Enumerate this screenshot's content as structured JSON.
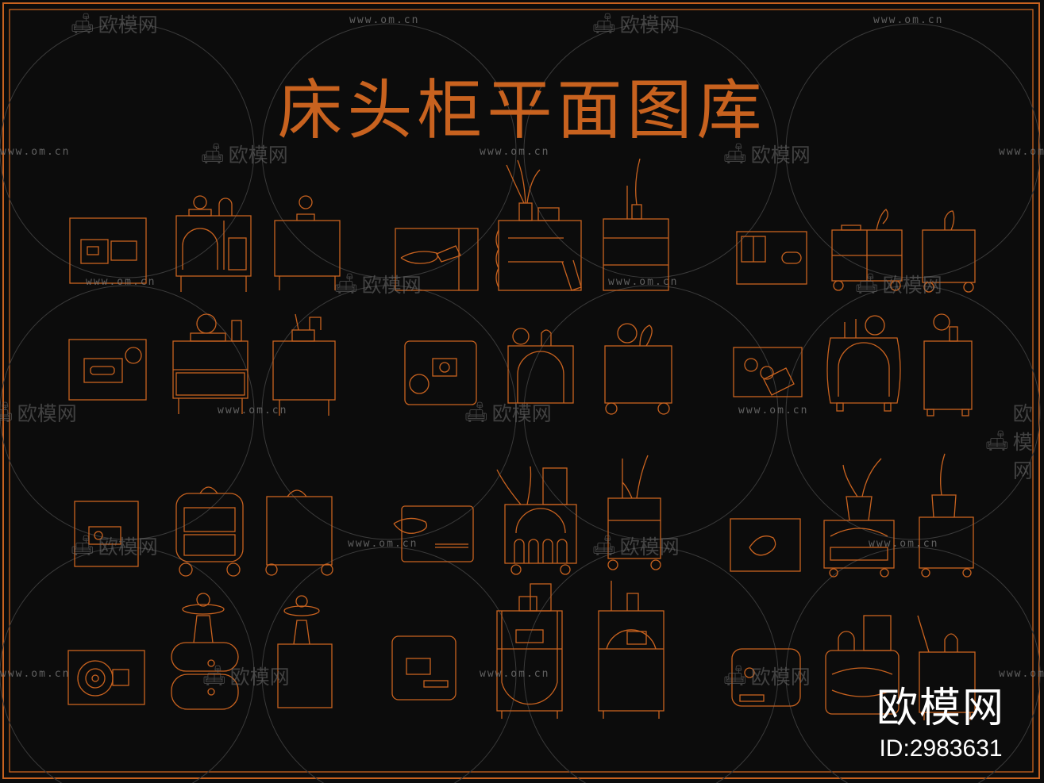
{
  "title": "床头柜平面图库",
  "watermark": {
    "url": "www.om.cn",
    "logo_text": "欧模网"
  },
  "brand": {
    "name": "欧模网",
    "id_text": "ID:2983631"
  },
  "colors": {
    "background": "#0c0c0c",
    "line": "#c8621f",
    "watermark": "#7d7d7d",
    "brand": "#ffffff"
  }
}
